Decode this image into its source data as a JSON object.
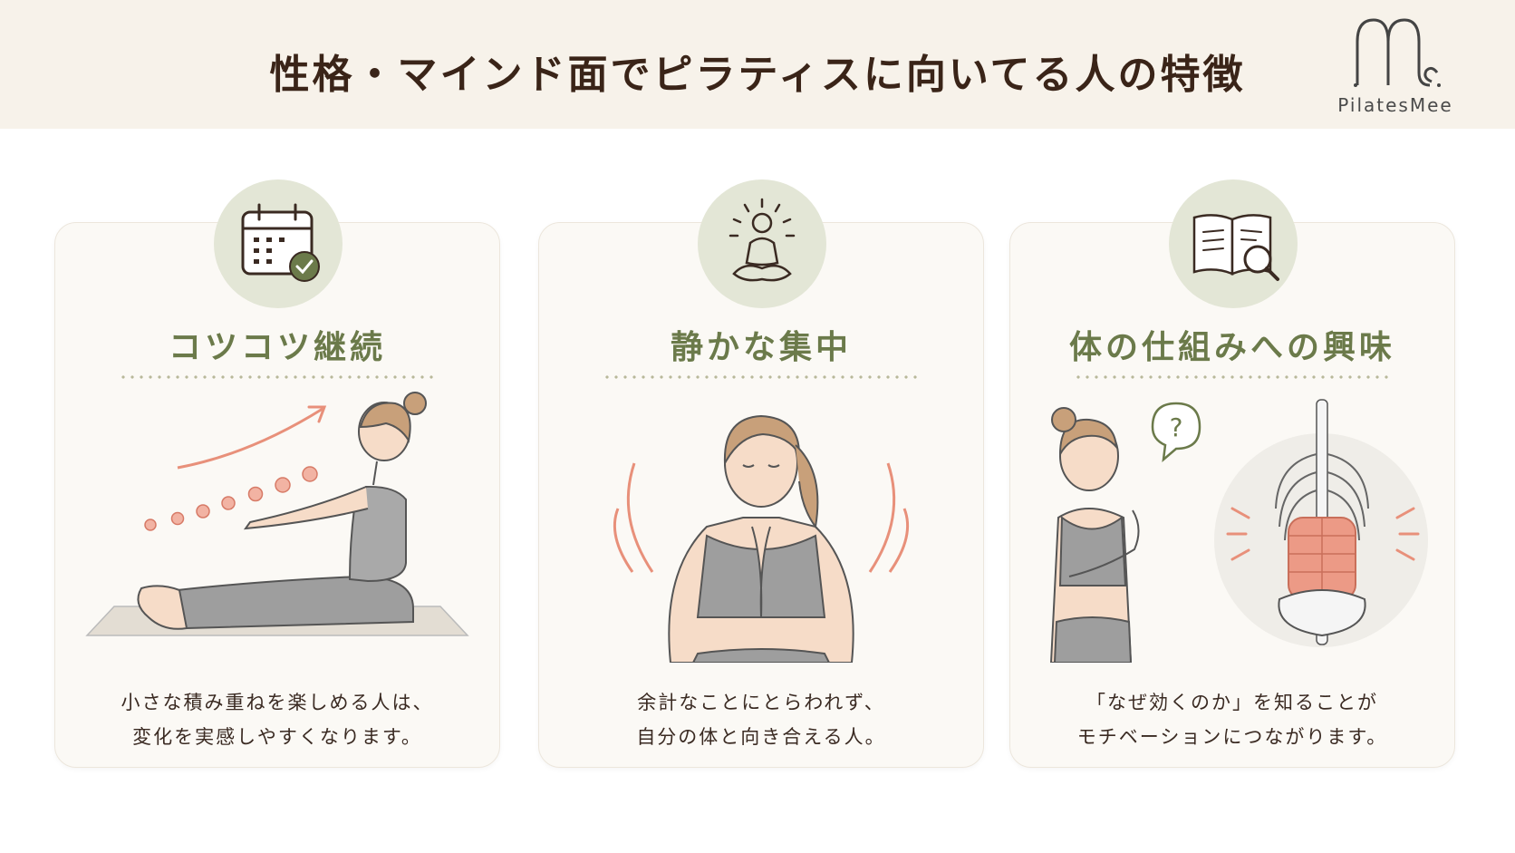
{
  "header": {
    "title": "性格・マインド面でピラティスに向いてる人の特徴",
    "logo_text": "PilatesMee"
  },
  "cards": [
    {
      "icon": "calendar-check-icon",
      "title": "コツコツ継続",
      "desc_line1": "小さな積み重ねを楽しめる人は、",
      "desc_line2": "変化を実感しやすくなります。"
    },
    {
      "icon": "meditation-icon",
      "title": "静かな集中",
      "desc_line1": "余計なことにとらわれず、",
      "desc_line2": "自分の体と向き合える人。"
    },
    {
      "icon": "book-search-icon",
      "title": "体の仕組みへの興味",
      "desc_line1": "「なぜ効くのか」を知ることが",
      "desc_line2": "モチベーションにつながります。"
    }
  ],
  "colors": {
    "accent_green": "#6b7a4a",
    "accent_coral": "#e8907a",
    "header_bg": "#f7f2ea",
    "icon_circle": "#e3e6d6"
  },
  "bubble_mark": "?"
}
